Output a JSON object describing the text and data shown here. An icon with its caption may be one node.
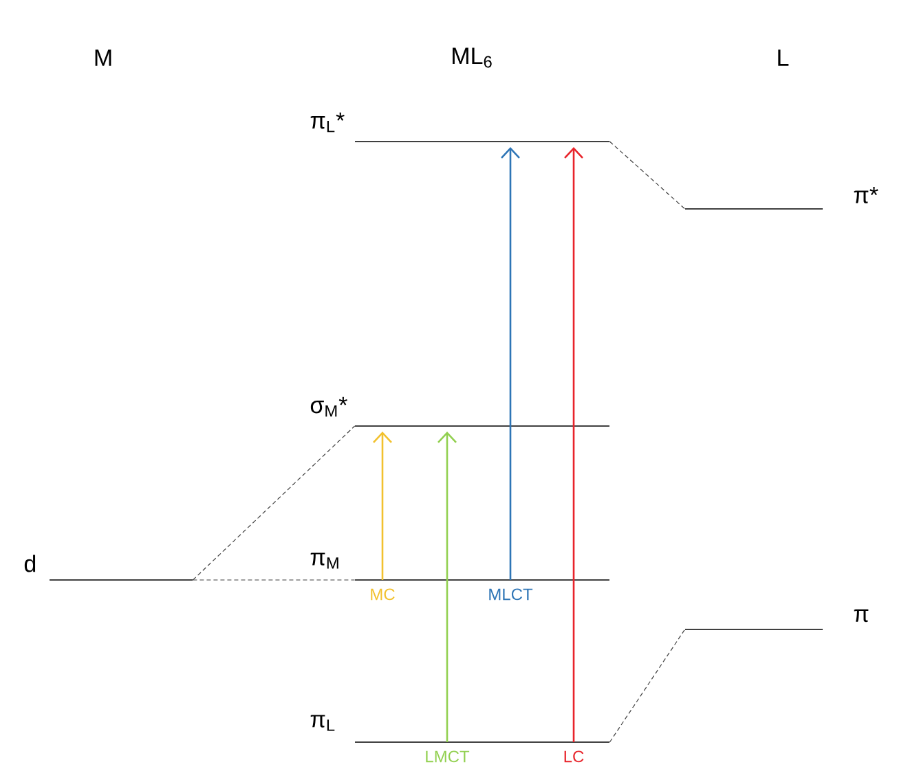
{
  "diagram": {
    "nodes": [
      {
        "text": [
          "d"
        ]
      },
      {
        "text": [
          "π*"
        ]
      },
      {
        "text": [
          "π"
        ]
      },
      {
        "text": [
          "π$_{L}$*"
        ]
      },
      {
        "text": [
          "σ$_{M}$*"
        ]
      },
      {
        "text": [
          "π$_{M}$"
        ]
      },
      {
        "text": [
          "π$_{L}$"
        ]
      }
    ],
    "edges": [
      {
        "from": 0,
        "to": 4,
        "arrow": "none",
        "style": "dashed"
      },
      {
        "from": 0,
        "to": 5,
        "arrow": "none",
        "style": "dashed"
      },
      {
        "from": 3,
        "to": 1,
        "arrow": "none",
        "style": "dashed"
      },
      {
        "from": 6,
        "to": 2,
        "arrow": "none",
        "style": "dashed"
      },
      {
        "from": 5,
        "to": 4,
        "arrow": "to",
        "label": "MC",
        "color": "#f2c12e"
      },
      {
        "from": 6,
        "to": 4,
        "arrow": "to",
        "label": "LMCT",
        "color": "#92d050"
      },
      {
        "from": 5,
        "to": 3,
        "arrow": "to",
        "label": "MLCT",
        "color": "#2e75b6"
      },
      {
        "from": 6,
        "to": 3,
        "arrow": "to",
        "label": "LC",
        "color": "#e8242b"
      }
    ],
    "labels": [
      "M",
      "ML$_{6}$",
      "L"
    ]
  }
}
